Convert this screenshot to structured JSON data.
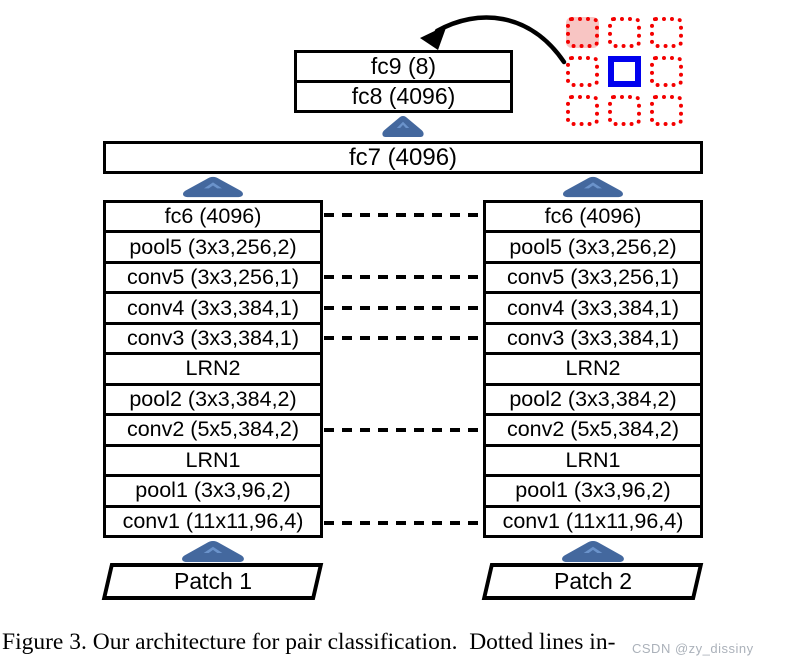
{
  "diagram": {
    "top_stack": {
      "fc9_label": "fc9 (8)",
      "fc8_label": "fc8 (4096)"
    },
    "fc7_label": "fc7 (4096)",
    "tower_layers": [
      "fc6 (4096)",
      "pool5 (3x3,256,2)",
      "conv5 (3x3,256,1)",
      "conv4 (3x3,384,1)",
      "conv3 (3x3,384,1)",
      "LRN2",
      "pool2 (3x3,384,2)",
      "conv2 (5x5,384,2)",
      "LRN1",
      "pool1 (3x3,96,2)",
      "conv1 (11x11,96,4)"
    ],
    "tied_layer_rows": [
      0,
      2,
      3,
      4,
      7,
      10
    ],
    "inputs": {
      "left_label": "Patch 1",
      "right_label": "Patch 2"
    },
    "patch_grid": {
      "rows": 3,
      "cols": 3,
      "filled_cell": "top-left",
      "query_cell": "center"
    }
  },
  "colors": {
    "box_border": "#000000",
    "arrow_fill": "#44689e",
    "arrow_chevron": "#6b93cb",
    "grid_dotted": "#f40000",
    "grid_filled": "#f8c5c3",
    "grid_query_blue": "#0101ee"
  },
  "caption": {
    "text": "Figure 3. Our architecture for pair classification.  Dotted lines in-",
    "watermark": "CSDN @zy_dissiny"
  }
}
